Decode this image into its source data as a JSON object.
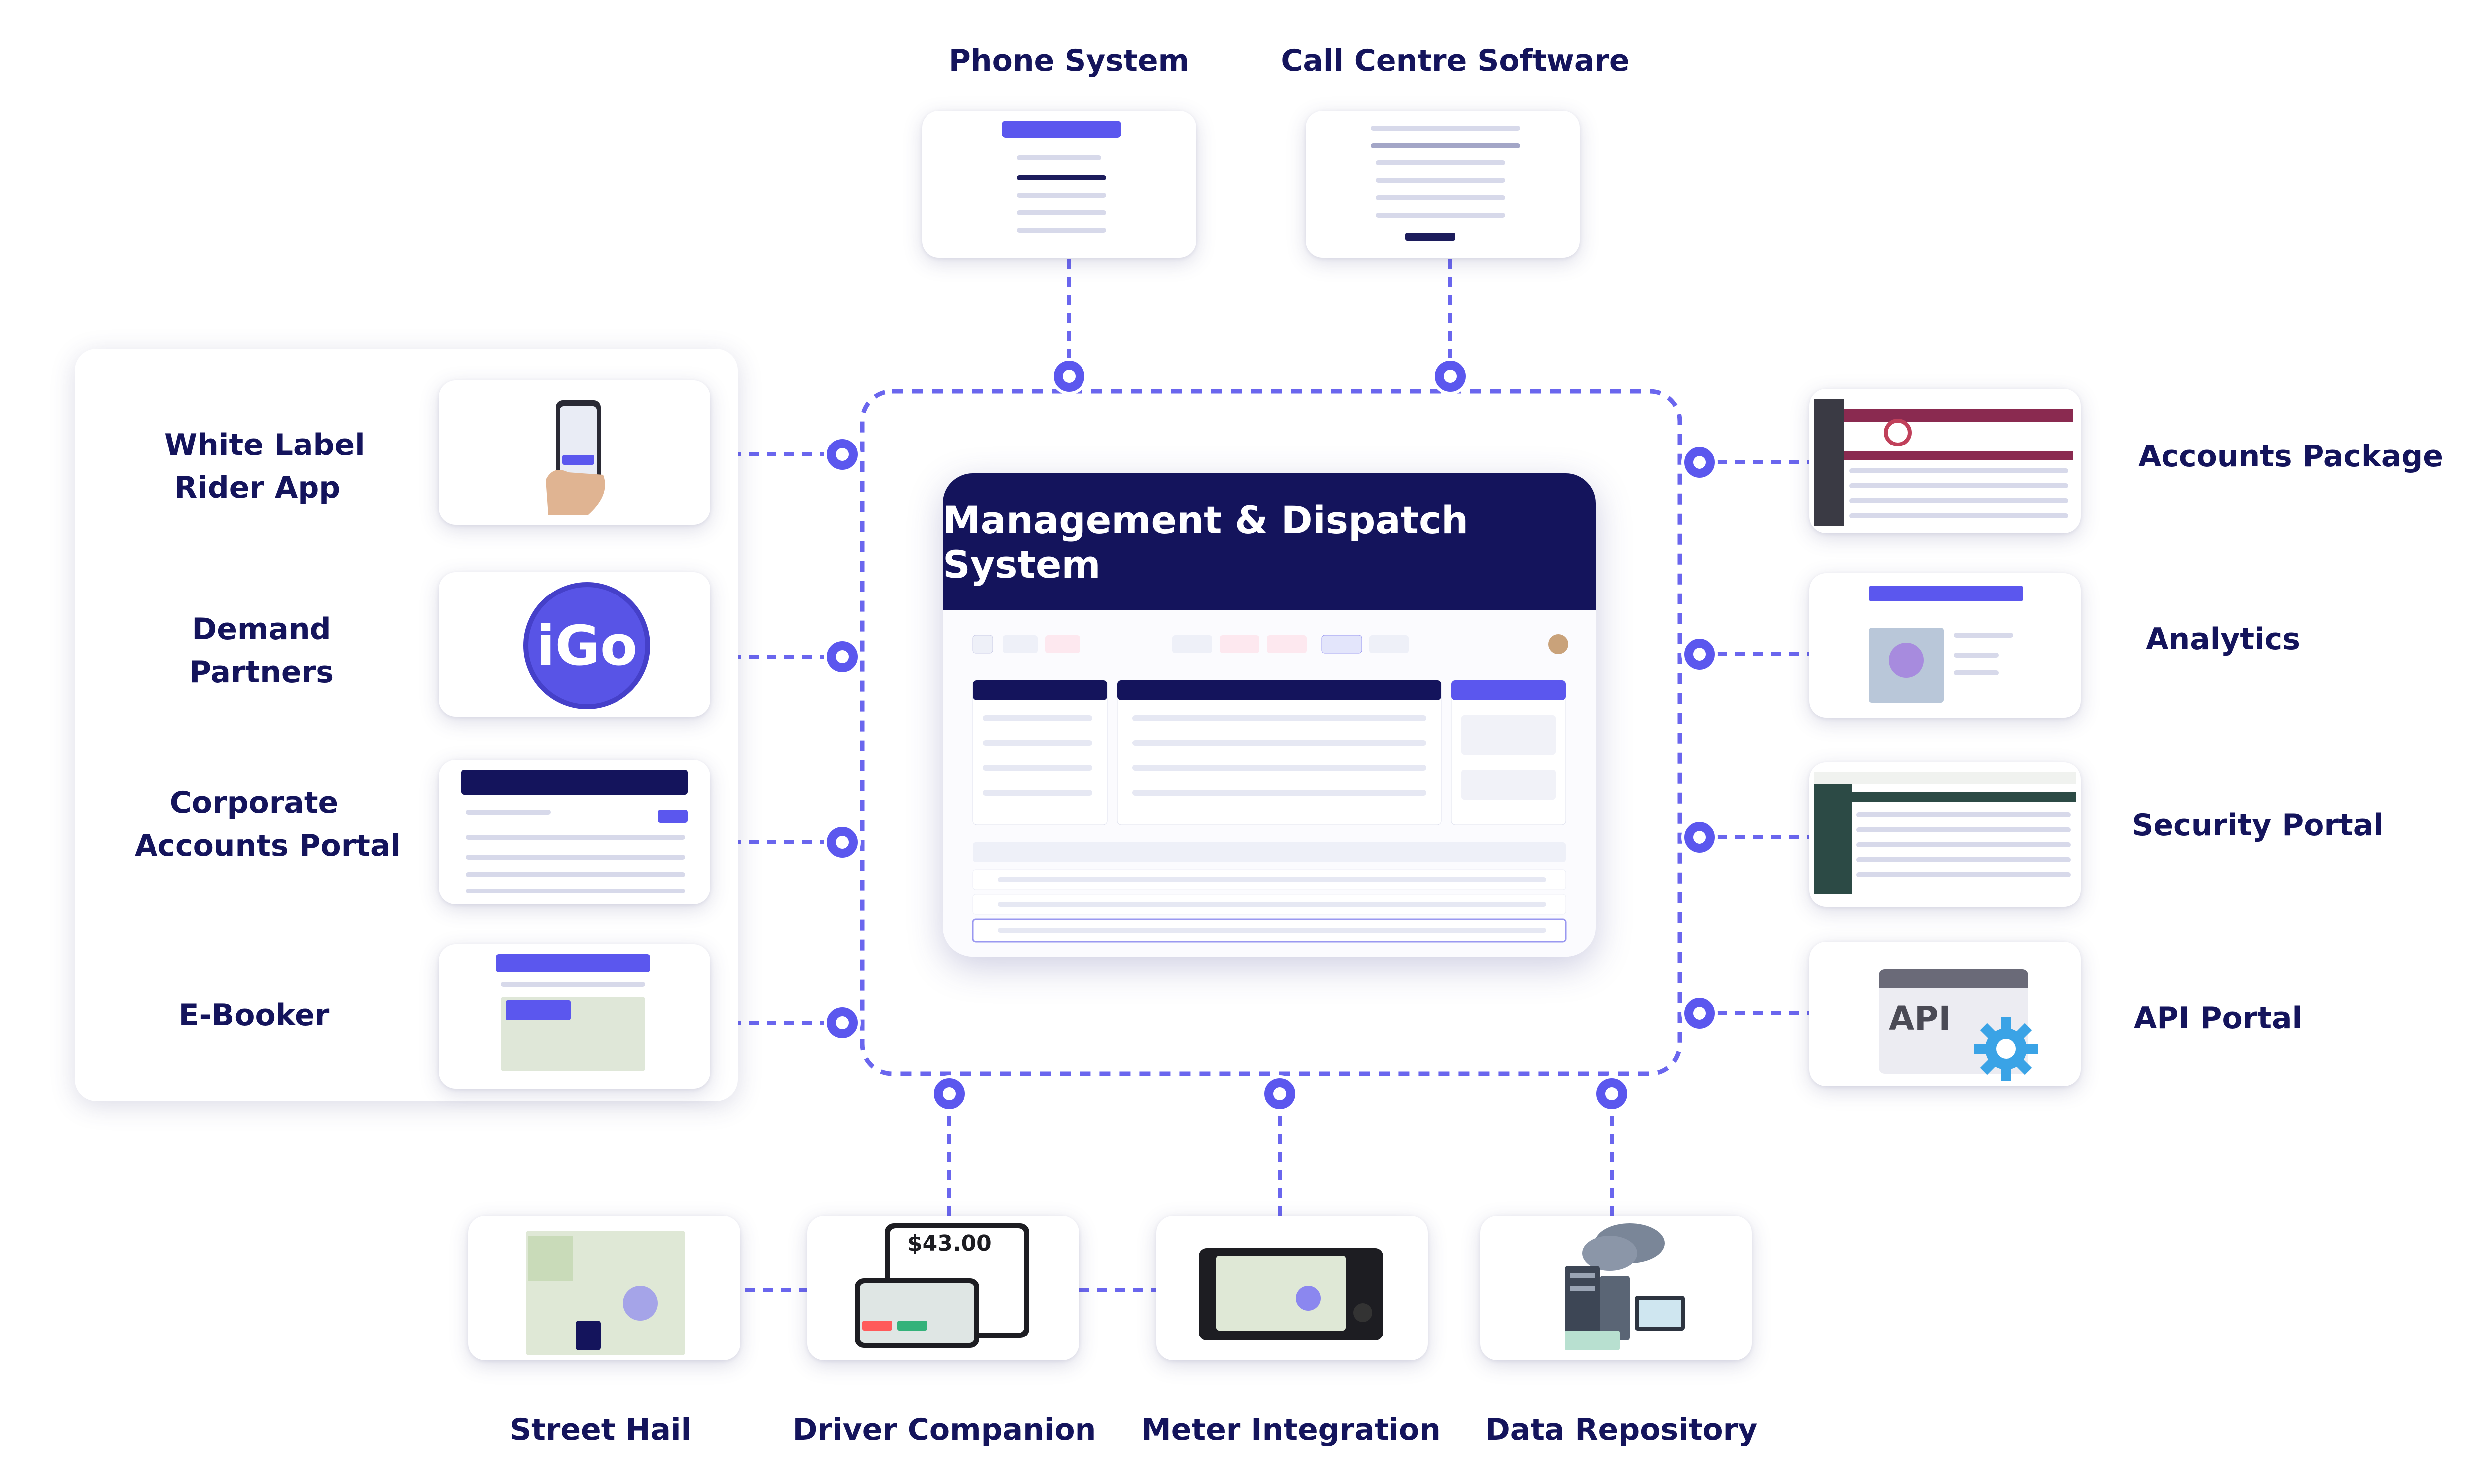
{
  "title": "Management & Dispatch System",
  "top": [
    {
      "label": "Phone System"
    },
    {
      "label": "Call Centre Software"
    }
  ],
  "left": [
    {
      "label_lines": [
        "White Label",
        "Rider App"
      ]
    },
    {
      "label_lines": [
        "Demand",
        "Partners"
      ]
    },
    {
      "label_lines": [
        "Corporate",
        "Accounts Portal"
      ]
    },
    {
      "label_lines": [
        "E-Booker"
      ]
    }
  ],
  "right": [
    {
      "label": "Accounts Package"
    },
    {
      "label": "Analytics"
    },
    {
      "label": "Security Portal"
    },
    {
      "label": "API Portal"
    }
  ],
  "bottom": [
    {
      "label": "Street Hail"
    },
    {
      "label": "Driver Companion"
    },
    {
      "label": "Meter Integration"
    },
    {
      "label": "Data Repository"
    }
  ],
  "logo_text": "iGo",
  "api_text": "API",
  "fare_text": "$43.00",
  "colors": {
    "accent": "#5b57ee",
    "navy": "#14145c",
    "line": "#6a66ee"
  }
}
